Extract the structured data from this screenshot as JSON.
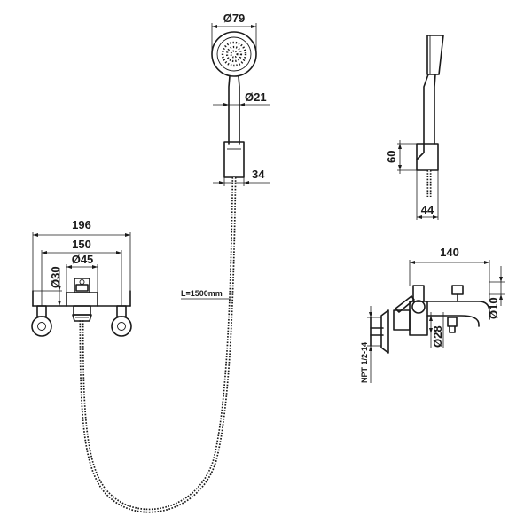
{
  "diagram": {
    "dimensions": {
      "shower_head_diameter": "Ø79",
      "handle_diameter": "Ø21",
      "holder_width": "34",
      "hose_length": "L=1500mm",
      "overall_width": "196",
      "center_distance": "150",
      "body_diameter": "Ø45",
      "connector_diameter": "Ø30",
      "side_holder_height": "60",
      "side_holder_depth": "44",
      "spout_length": "140",
      "spout_diameter": "Ø10",
      "outlet_diameter": "Ø28",
      "thread_spec": "NPT 1/2-14"
    }
  }
}
